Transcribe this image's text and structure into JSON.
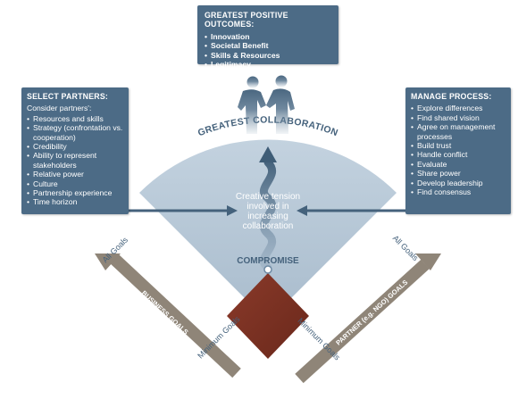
{
  "top_box": {
    "title": "GREATEST POSITIVE OUTCOMES:",
    "items": [
      "Innovation",
      "Societal Benefit",
      "Skills & Resources",
      "Legitimacy"
    ]
  },
  "left_box": {
    "title": "SELECT PARTNERS:",
    "intro": "Consider partners':",
    "items": [
      "Resources and skills",
      "Strategy (confrontation vs. cooperation)",
      "Credibility",
      "Ability to represent stakeholders",
      "Relative power",
      "Culture",
      "Partnership experience",
      "Time horizon"
    ]
  },
  "right_box": {
    "title": "MANAGE PROCESS:",
    "items": [
      "Explore differences",
      "Find shared vision",
      "Agree on management processes",
      "Build trust",
      "Handle conflict",
      "Evaluate",
      "Share power",
      "Develop leadership",
      "Find consensus"
    ]
  },
  "diagram": {
    "arc_label": "GREATEST COLLABORATION",
    "center_label": [
      "Creative tension",
      "involved in",
      "increasing",
      "collaboration"
    ],
    "compromise": "COMPROMISE",
    "left_axis_label": "BUSINESS GOALS",
    "right_axis_label": "PARTNER (e.g. NGO) GOALS",
    "left_all_goals": "All Goals",
    "right_all_goals": "All Goals",
    "left_min_goals": "Minimum Goals",
    "right_min_goals": "Minimum Goals"
  },
  "colors": {
    "box": "#4c6b86",
    "fan": "#b3c5d6",
    "diamond": "#7a2f21",
    "axis": "#8f8578",
    "arrow": "#45627c"
  }
}
